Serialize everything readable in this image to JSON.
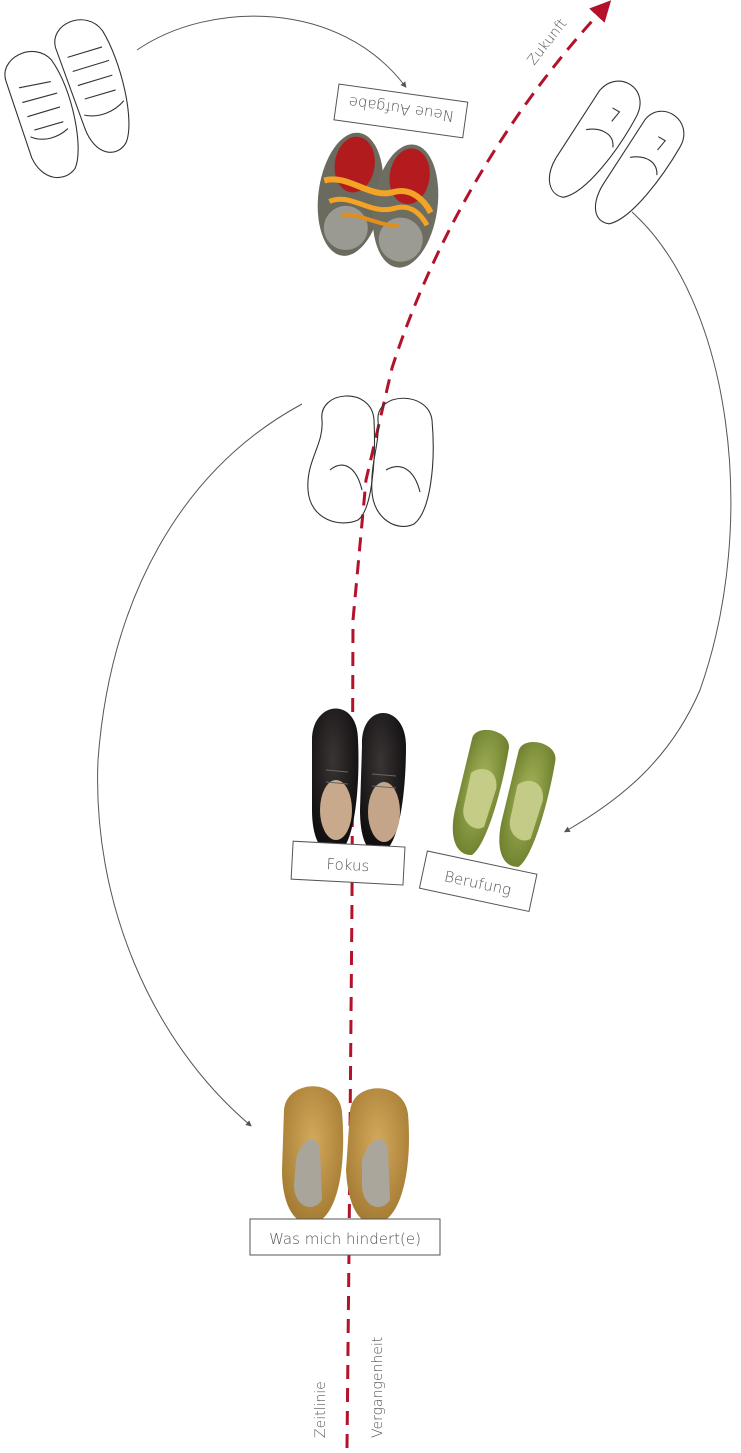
{
  "colors": {
    "timeline": "#b3122a",
    "arrow": "#555555",
    "label_border": "#555555",
    "label_text": "#555555",
    "sketch_stroke": "#333333"
  },
  "labels": {
    "zukunft": "Zukunft",
    "neue_aufgabe": "Neue Aufgabe",
    "fokus": "Fokus",
    "berufung": "Berufung",
    "was_mich_hindert": "Was mich hindert(e)",
    "zeitlinie": "Zeitlinie",
    "vergangenheit": "Vergangenheit"
  },
  "shoes": [
    {
      "name": "sneakers-outline",
      "style": "sketch"
    },
    {
      "name": "hiking-boots",
      "style": "photo"
    },
    {
      "name": "loafers-outline",
      "style": "sketch"
    },
    {
      "name": "slippers-outline",
      "style": "sketch"
    },
    {
      "name": "black-oxford-shoes",
      "style": "photo"
    },
    {
      "name": "green-slingback-shoes",
      "style": "photo"
    },
    {
      "name": "suede-house-slippers",
      "style": "photo"
    }
  ]
}
